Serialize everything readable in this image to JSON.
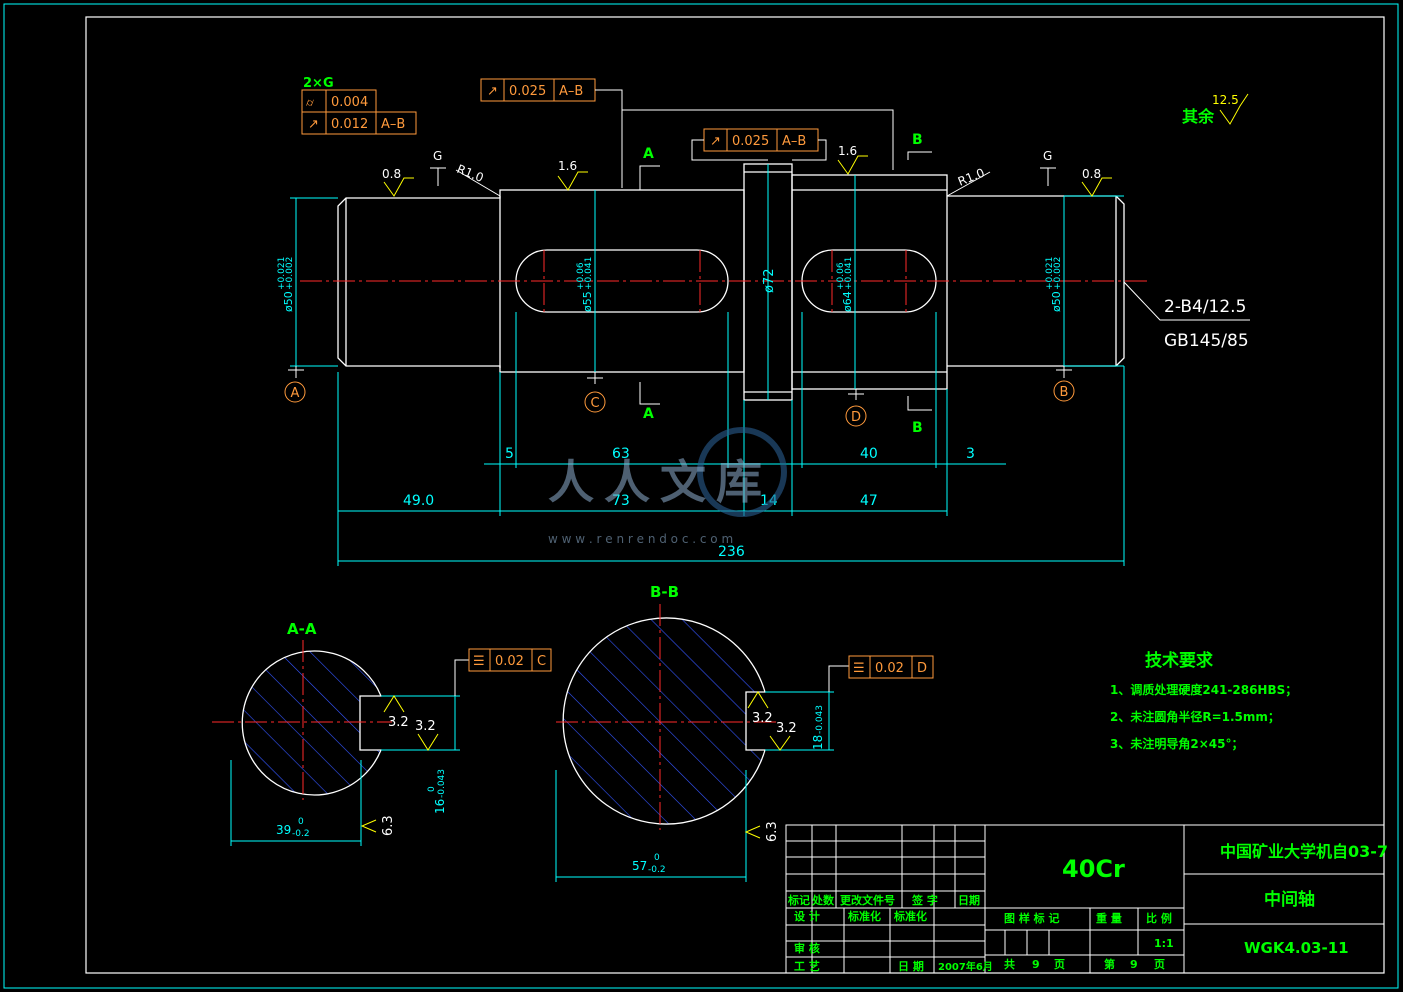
{
  "surface": {
    "label": "其余",
    "value": "12.5"
  },
  "tolerance_frames": {
    "f2g_title": "2×G",
    "f2g_row1_value": "0.004",
    "f2g_row2_value": "0.012",
    "f2g_row2_datum": "A–B",
    "top_left_value": "0.025",
    "top_left_datum": "A–B",
    "top_mid_value": "0.025",
    "top_mid_datum": "A–B",
    "aa_value": "0.02",
    "aa_datum": "C",
    "bb_value": "0.02",
    "bb_datum": "D"
  },
  "roughness": {
    "left_end": "0.8",
    "left_body": "1.6",
    "right_body": "1.6",
    "right_end": "0.8",
    "aa_left": "3.2",
    "aa_right": "3.2",
    "aa_bottom": "6.3",
    "bb_left": "3.2",
    "bb_right": "3.2",
    "bb_bottom": "6.3"
  },
  "labels": {
    "g_left": "G",
    "g_right": "G",
    "r_left": "R1.0",
    "r_right": "R1.0",
    "sec_a_top": "A",
    "sec_a_bottom": "A",
    "sec_b_top": "B",
    "sec_b_bottom": "B",
    "datum_a": "A",
    "datum_b": "B",
    "datum_c": "C",
    "datum_d": "D",
    "center_hole": "2-B4/12.5",
    "center_std": "GB145/85",
    "view_aa": "A-A",
    "view_bb": "B-B"
  },
  "diameters": {
    "left": "ø50",
    "left_tol": "+0.021\n+0.002",
    "key1": "ø55",
    "key1_tol": "+0.06\n+0.041",
    "collar": "ø72",
    "key2": "ø64",
    "key2_tol": "+0.06\n+0.041",
    "right": "ø50",
    "right_tol": "+0.021\n+0.002"
  },
  "dimensions": {
    "d5": "5",
    "d63": "63",
    "d40": "40",
    "d3": "3",
    "d49": "49.0",
    "d73": "73",
    "d14": "14",
    "d47": "47",
    "d236": "236",
    "aa_width": "39",
    "aa_width_tol": "-0.2",
    "aa_width_tol0": "0",
    "aa_key": "16",
    "aa_key_tol": "-0.043",
    "aa_key_tol0": "0",
    "bb_width": "57",
    "bb_width_tol": "-0.2",
    "bb_width_tol0": "0",
    "bb_key": "18",
    "bb_key_tol": "-0.043",
    "bb_key_tol0": "0"
  },
  "tech": {
    "title": "技术要求",
    "items": [
      "1、调质处理硬度241-286HBS；",
      "2、未注圆角半径R=1.5mm；",
      "3、未注明导角2×45°；"
    ]
  },
  "title_block": {
    "material": "40Cr",
    "school": "中国矿业大学机自03-7",
    "part": "中间轴",
    "drawing_no": "WGK4.03-11",
    "h_mark": "标记",
    "h_count": "处数",
    "h_doc": "更改文件号",
    "h_sign": "签 字",
    "h_date": "日期",
    "design": "设 计",
    "std_check": "标准化",
    "std": "标准化",
    "review": "审 核",
    "process": "工 艺",
    "date_label": "日 期",
    "date_value": "2007年6月",
    "stage_mark": "图 样 标 记",
    "weight": "重 量",
    "scale_label": "比 例",
    "scale": "1:1",
    "total": "共",
    "total_n": "9",
    "page_unit": "页",
    "sheet": "第",
    "sheet_n": "9",
    "sheet_unit": "页"
  },
  "watermark": {
    "text": "人人文库",
    "url": "w w w . r e n r e n d o c . c o m"
  }
}
